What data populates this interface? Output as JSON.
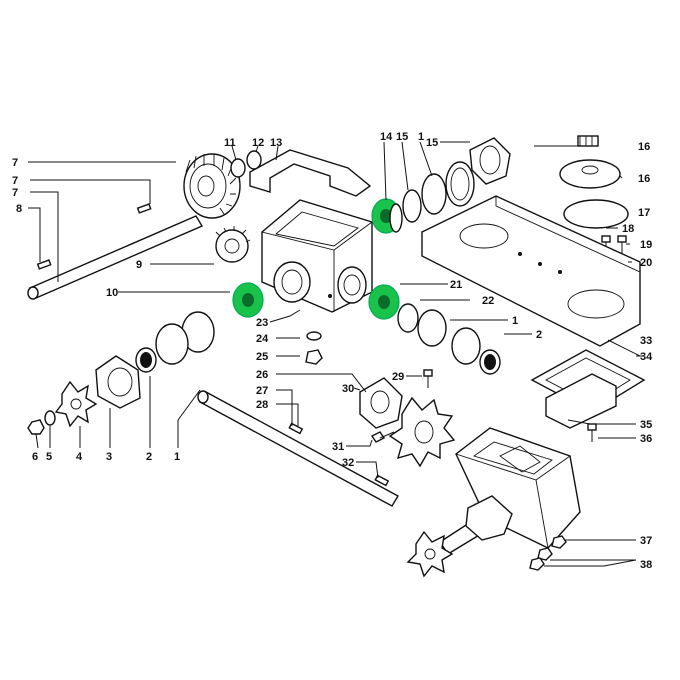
{
  "diagram": {
    "colors": {
      "line": "#111111",
      "highlight": "#19c24a",
      "background": "#ffffff"
    },
    "labels": [
      {
        "id": "l1a",
        "text": "1"
      },
      {
        "id": "l1b",
        "text": "1"
      },
      {
        "id": "l1c",
        "text": "1"
      },
      {
        "id": "l2a",
        "text": "2"
      },
      {
        "id": "l2b",
        "text": "2"
      },
      {
        "id": "l3",
        "text": "3"
      },
      {
        "id": "l4",
        "text": "4"
      },
      {
        "id": "l5",
        "text": "5"
      },
      {
        "id": "l6",
        "text": "6"
      },
      {
        "id": "l7a",
        "text": "7"
      },
      {
        "id": "l7b",
        "text": "7"
      },
      {
        "id": "l7c",
        "text": "7"
      },
      {
        "id": "l8",
        "text": "8"
      },
      {
        "id": "l9",
        "text": "9"
      },
      {
        "id": "l10",
        "text": "10"
      },
      {
        "id": "l11",
        "text": "11"
      },
      {
        "id": "l12",
        "text": "12"
      },
      {
        "id": "l13",
        "text": "13"
      },
      {
        "id": "l14",
        "text": "14"
      },
      {
        "id": "l15a",
        "text": "15"
      },
      {
        "id": "l15b",
        "text": "15"
      },
      {
        "id": "l16a",
        "text": "16"
      },
      {
        "id": "l16b",
        "text": "16"
      },
      {
        "id": "l17",
        "text": "17"
      },
      {
        "id": "l18",
        "text": "18"
      },
      {
        "id": "l19",
        "text": "19"
      },
      {
        "id": "l20",
        "text": "20"
      },
      {
        "id": "l21",
        "text": "21"
      },
      {
        "id": "l22",
        "text": "22"
      },
      {
        "id": "l23",
        "text": "23"
      },
      {
        "id": "l24",
        "text": "24"
      },
      {
        "id": "l25",
        "text": "25"
      },
      {
        "id": "l26",
        "text": "26"
      },
      {
        "id": "l27",
        "text": "27"
      },
      {
        "id": "l28",
        "text": "28"
      },
      {
        "id": "l29",
        "text": "29"
      },
      {
        "id": "l30",
        "text": "30"
      },
      {
        "id": "l31",
        "text": "31"
      },
      {
        "id": "l32",
        "text": "32"
      },
      {
        "id": "l33",
        "text": "33"
      },
      {
        "id": "l34",
        "text": "34"
      },
      {
        "id": "l35",
        "text": "35"
      },
      {
        "id": "l36",
        "text": "36"
      },
      {
        "id": "l37",
        "text": "37"
      },
      {
        "id": "l38",
        "text": "38"
      }
    ]
  }
}
